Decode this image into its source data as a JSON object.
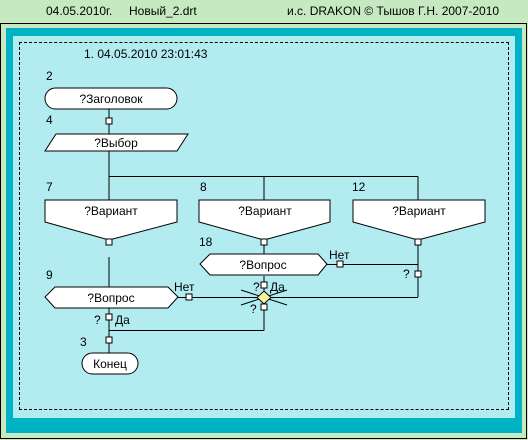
{
  "header": {
    "date": "04.05.2010г.",
    "filename": "Новый_2.drt",
    "copyright": "и.с. DRAKON © Тышов Г.Н. 2007-2010"
  },
  "diagram": {
    "title": "1. 04.05.2010 23:01:43",
    "nodes": {
      "header_block": {
        "num": "2",
        "label": "?Заголовок"
      },
      "choice": {
        "num": "4",
        "label": "?Выбор"
      },
      "variant1": {
        "num": "7",
        "label": "?Вариант"
      },
      "variant2": {
        "num": "8",
        "label": "?Вариант"
      },
      "variant3": {
        "num": "12",
        "label": "?Вариант"
      },
      "question18": {
        "num": "18",
        "label": "?Вопрос"
      },
      "question9": {
        "num": "9",
        "label": "?Вопрос"
      },
      "end_block": {
        "num": "3",
        "label": "Конец"
      }
    },
    "edge_labels": {
      "no": "Нет",
      "yes": "Да",
      "question_mark": "?"
    }
  },
  "colors": {
    "background": "#c6e9c1",
    "outer_border": "#00b3c4",
    "canvas": "#b2ecf0",
    "block_fill": "#ffffff",
    "connector_fill": "#f4f0a0"
  }
}
